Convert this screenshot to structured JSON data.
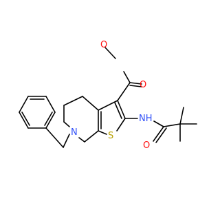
{
  "molecule": {
    "atom_labels": {
      "ester_o_methoxy": "O",
      "ester_o_carbonyl": "O",
      "amide_nh": "NH",
      "ring_n": "N",
      "ring_s": "S",
      "amide_o": "O"
    },
    "colors": {
      "bond": "#000000",
      "oxygen": "#ff0d0d",
      "nitrogen": "#3050f8",
      "sulfur": "#b8a000"
    }
  }
}
